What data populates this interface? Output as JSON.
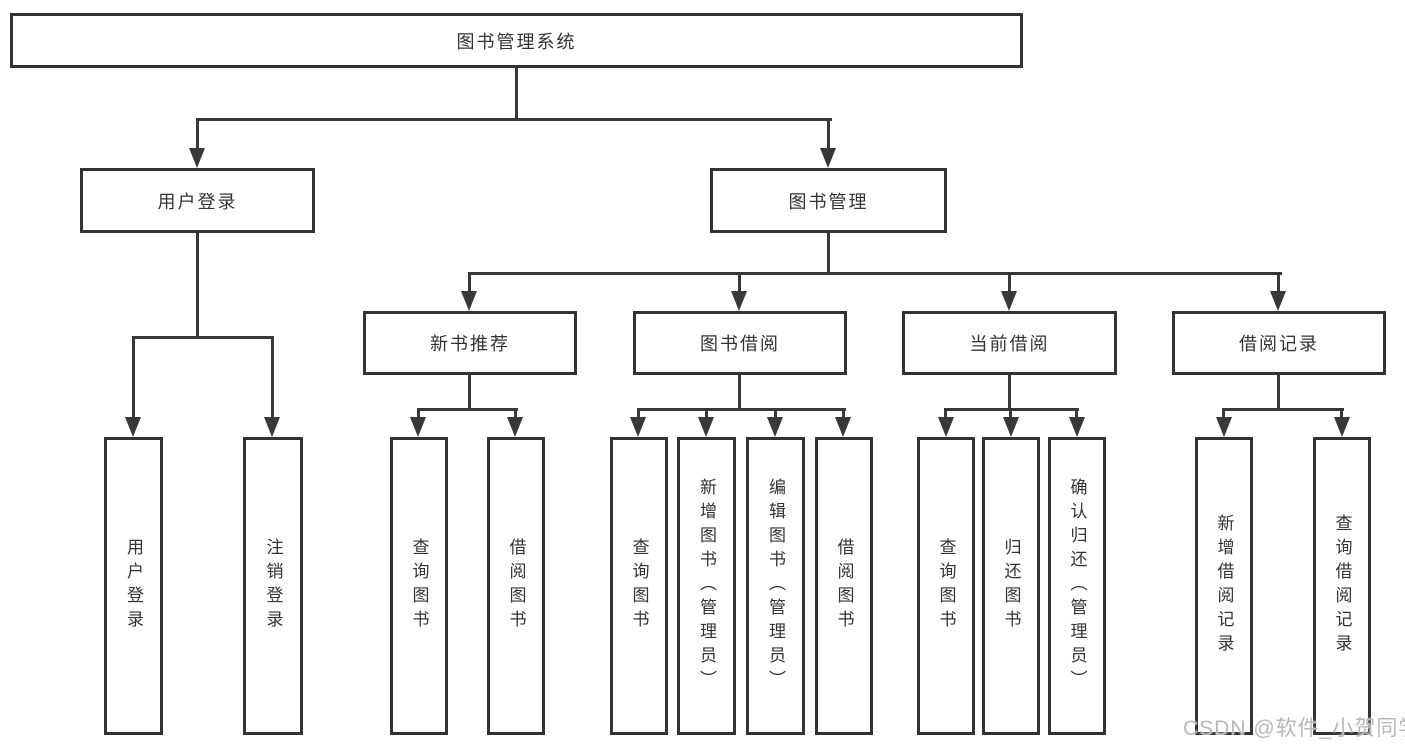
{
  "diagram": {
    "root": {
      "label": "图书管理系统"
    },
    "branches": [
      {
        "label": "用户登录",
        "children": [
          {
            "label": "用户登录"
          },
          {
            "label": "注销登录"
          }
        ]
      },
      {
        "label": "图书管理",
        "children": [
          {
            "label": "新书推荐",
            "children": [
              {
                "label": "查询图书"
              },
              {
                "label": "借阅图书"
              }
            ]
          },
          {
            "label": "图书借阅",
            "children": [
              {
                "label": "查询图书"
              },
              {
                "label": "新增图书（管理员）"
              },
              {
                "label": "编辑图书（管理员）"
              },
              {
                "label": "借阅图书"
              }
            ]
          },
          {
            "label": "当前借阅",
            "children": [
              {
                "label": "查询图书"
              },
              {
                "label": "归还图书"
              },
              {
                "label": "确认归还（管理员）"
              }
            ]
          },
          {
            "label": "借阅记录",
            "children": [
              {
                "label": "新增借阅记录"
              },
              {
                "label": "查询借阅记录"
              }
            ]
          }
        ]
      }
    ]
  },
  "watermark": {
    "text": "CSDN @软件_小贺同学"
  },
  "colors": {
    "line": "#383838",
    "box_border": "#333333",
    "text": "#333333",
    "background": "#ffffff",
    "watermark": "#b8b8b8"
  }
}
